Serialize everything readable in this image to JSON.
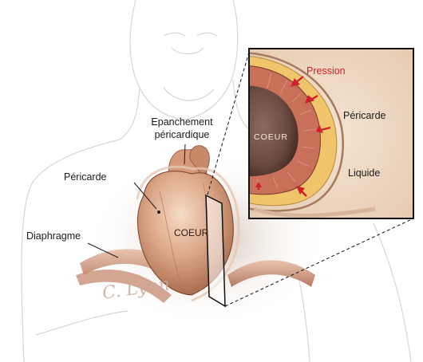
{
  "labels": {
    "effusion_line1": "Epanchement",
    "effusion_line2": "péricardique",
    "pericarde_main": "Péricarde",
    "diaphragme": "Diaphragme",
    "coeur_main": "COEUR",
    "coeur_inset": "COEUR",
    "pression": "Pression",
    "pericarde_inset": "Péricarde",
    "liquide": "Liquide"
  },
  "signature": "C. Lynn",
  "colors": {
    "pressure_arrow": "#d0202b",
    "fluid": "#f0c46a",
    "myocardium": "#c8705a",
    "pericardium": "#c98a6e",
    "body_outline": "#d9cfc8",
    "inset_border": "#111111"
  }
}
